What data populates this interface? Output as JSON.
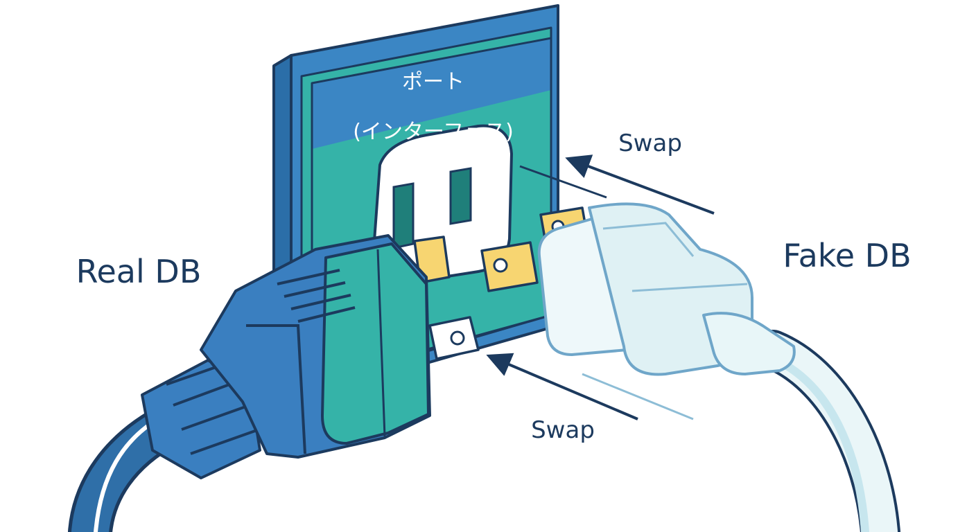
{
  "diagram": {
    "port_label_line1": "ポート",
    "port_label_line2": "(インターフェス)",
    "left_label": "Real DB",
    "right_label": "Fake DB",
    "arrow_top_label": "Swap",
    "arrow_bottom_label": "Swap"
  },
  "colors": {
    "panel_blue": "#3b86c4",
    "panel_teal": "#35b3a8",
    "outline": "#1c3a5e",
    "real_plug_blue": "#3a7fc0",
    "fake_plug": "#e4f4f6",
    "prong_gold": "#f7d571"
  },
  "icons": [
    "wall-outlet-icon",
    "real-db-plug-icon",
    "fake-db-plug-icon",
    "swap-arrow-icon"
  ]
}
